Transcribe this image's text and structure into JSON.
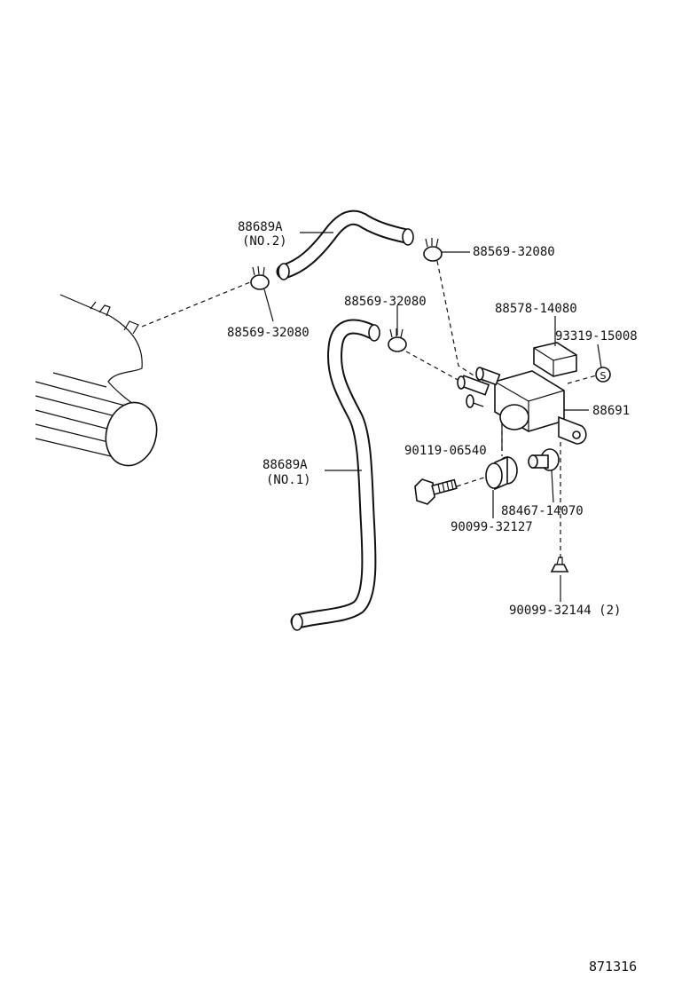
{
  "parts": {
    "hose_no2_code": "88689A",
    "hose_no2_sub": "(NO.2)",
    "clamp_top_right": "88569-32080",
    "clamp_left": "88569-32080",
    "clamp_middle": "88569-32080",
    "filter": "88578-14080",
    "screw": "93319-15008",
    "vsv": "88691",
    "bolt": "90119-06540",
    "hose_no1_code": "88689A",
    "hose_no1_sub": "(NO.1)",
    "bushing": "90099-32127",
    "collar": "88467-14070",
    "nut": "90099-32144 (2)"
  },
  "figure_number": "871316",
  "icons": [
    "hose",
    "hose-clamp",
    "vacuum-switching-valve",
    "filter",
    "screw",
    "bolt",
    "bushing",
    "collar",
    "nut",
    "engine-part"
  ]
}
